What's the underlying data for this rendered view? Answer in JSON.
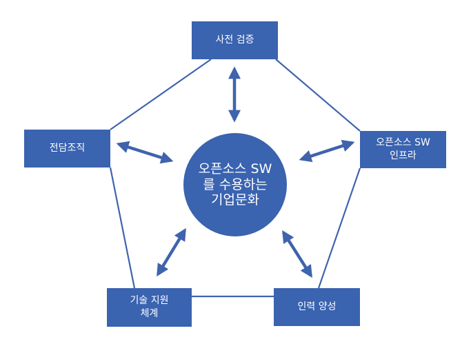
{
  "center": {
    "label": "오픈소스 SW\n를 수용하는\n기업문화"
  },
  "nodes": {
    "top": {
      "label": "사전 검증"
    },
    "left": {
      "label": "전담조직"
    },
    "right": {
      "label": "오픈소스 SW\n인프라"
    },
    "bottom_left": {
      "label": "기술 지원\n체계"
    },
    "bottom_right": {
      "label": "인력 양성"
    }
  },
  "colors": {
    "fill": "#3a63b0",
    "stroke": "#3f63ad",
    "text": "#ffffff",
    "background": "#ffffff"
  }
}
